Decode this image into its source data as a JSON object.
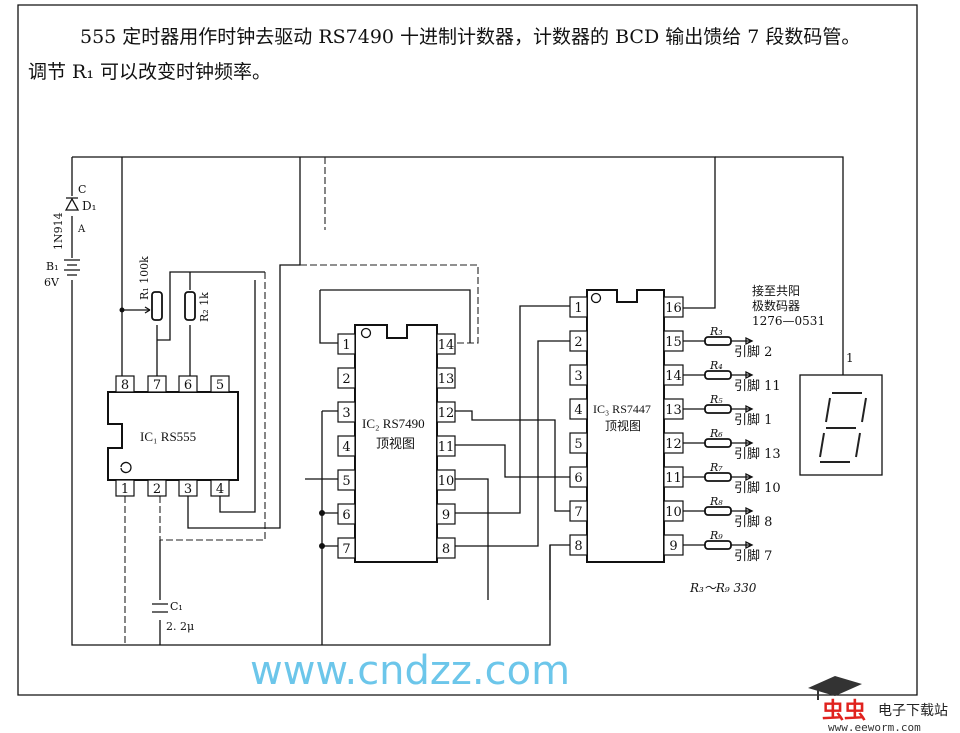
{
  "description": {
    "line1": "555 定时器用作时钟去驱动 RS7490 十进制计数器，计数器的 BCD 输出馈给 7 段数码管。",
    "line2": "调节 R₁ 可以改变时钟频率。"
  },
  "components": {
    "d1": {
      "label": "D₁",
      "part": "1N914",
      "cathode": "C",
      "anode": "A"
    },
    "b1": {
      "label": "B₁",
      "value": "6V"
    },
    "r1": {
      "label": "R₁ 100k"
    },
    "r2": {
      "label": "R₂ 1k"
    },
    "c1": {
      "label": "C₁",
      "value": "2. 2μ"
    },
    "ic1": {
      "label": "IC₁ RS555",
      "pins_top": [
        "8",
        "7",
        "6",
        "5"
      ],
      "pins_bottom": [
        "1",
        "2",
        "3",
        "4"
      ]
    },
    "ic2": {
      "label": "IC₂ RS7490",
      "sublabel": "顶视图",
      "pins_left": [
        "1",
        "2",
        "3",
        "4",
        "5",
        "6",
        "7"
      ],
      "pins_right": [
        "14",
        "13",
        "12",
        "11",
        "10",
        "9",
        "8"
      ]
    },
    "ic3": {
      "label": "IC₃ RS7447",
      "sublabel": "顶视图",
      "pins_left": [
        "1",
        "2",
        "3",
        "4",
        "5",
        "6",
        "7",
        "8"
      ],
      "pins_right": [
        "16",
        "15",
        "14",
        "13",
        "12",
        "11",
        "10",
        "9"
      ]
    },
    "outputs": [
      {
        "res": "R₃",
        "pin": "引脚 2"
      },
      {
        "res": "R₄",
        "pin": "引脚 11"
      },
      {
        "res": "R₅",
        "pin": "引脚 1"
      },
      {
        "res": "R₆",
        "pin": "引脚 13"
      },
      {
        "res": "R₇",
        "pin": "引脚 10"
      },
      {
        "res": "R₈",
        "pin": "引脚 8"
      },
      {
        "res": "R₉",
        "pin": "引脚 7"
      }
    ],
    "res_note": "R₃～R₉ 330",
    "display": {
      "note1": "接至共阳",
      "note2": "极数码器",
      "note3": "1276—0531",
      "pin_label": "1"
    }
  },
  "watermark": "www.cndzz.com",
  "logo": {
    "name": "虫虫",
    "tagline": "电子下载站",
    "url": "www.eeworm.com"
  },
  "colors": {
    "watermark": "#6cc6ea",
    "logo_red": "#e0221e"
  }
}
